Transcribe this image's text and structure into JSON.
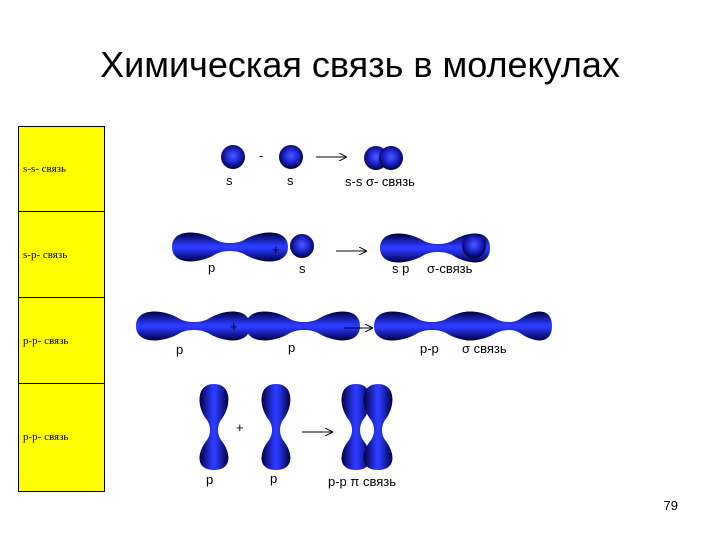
{
  "slide": {
    "title": "Химическая связь в молекулах",
    "page_number": "79"
  },
  "legend": {
    "rows": [
      {
        "label": "s-s- связь"
      },
      {
        "label": "s-p- связь"
      },
      {
        "label": "p-p- связь"
      },
      {
        "label": "p-p- связь"
      }
    ],
    "background_color": "#ffff00"
  },
  "diagram": {
    "orbital_color": "#1a22cc",
    "row1": {
      "left": "s",
      "op": "-",
      "right": "s",
      "result": "s-s σ- связь"
    },
    "row2": {
      "left": "p",
      "op": "+",
      "right": "s",
      "result_left": "s p",
      "result_right": "σ-связь"
    },
    "row3": {
      "left": "p",
      "op": "+",
      "right": "p",
      "result_left": "p-p",
      "result_right": "σ  связь"
    },
    "row4": {
      "left": "p",
      "op": "+",
      "right": "p",
      "result": "p-p π  связь"
    }
  }
}
